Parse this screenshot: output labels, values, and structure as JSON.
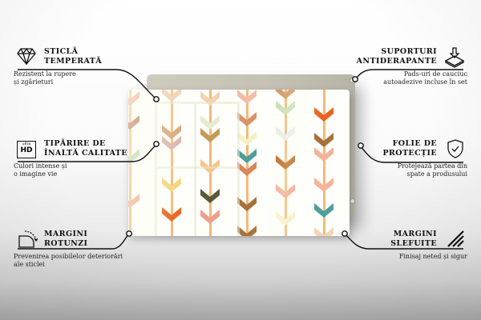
{
  "features": {
    "tempered_glass": {
      "title_line1": "STICLĂ",
      "title_line2": "TEMPERATĂ",
      "desc_line1": "Rezistent la rupere",
      "desc_line2": "și zgârieturi",
      "icon": "diamond-icon"
    },
    "hd_print": {
      "title_line1": "TIPĂRIRE DE",
      "title_line2": "ÎNALTĂ CALITATE",
      "desc_line1": "Culori intense și",
      "desc_line2": "o imagine vie",
      "icon": "ultra-hd-icon",
      "icon_small": "ultra",
      "icon_big": "HD"
    },
    "rounded_edges": {
      "title_line1": "MARGINI",
      "title_line2": "ROTUNZI",
      "desc_line1": "Prevenirea posibilelor deteriorări",
      "desc_line2": "ale sticlei",
      "icon": "rounded-corner-icon"
    },
    "anti_slip": {
      "title_line1": "SUPORTURI",
      "title_line2": "ANTIDERAPANTE",
      "desc_line1": "Pads-uri de cauciuc",
      "desc_line2": "autoadezive incluse în set",
      "icon": "anti-slip-pad-icon"
    },
    "protective_film": {
      "title_line1": "FOLIE DE",
      "title_line2": "PROTECȚIE",
      "desc_line1": "Protejează partea din",
      "desc_line2": "spate a produsului",
      "icon": "shield-check-icon"
    },
    "polished_edges": {
      "title_line1": "MARGINI",
      "title_line2": "SLEFUITE",
      "desc_line1": "Finisaj neted și sigur",
      "desc_line2": "",
      "icon": "polished-edge-icon"
    }
  },
  "product": {
    "pattern": "chevron-arrows",
    "colors": {
      "background": "#fefefb",
      "stem": "#f6b87a",
      "orange": "#e8641e",
      "brown": "#a8713a",
      "peach": "#f2a98c",
      "tan": "#d9a070",
      "teal": "#4f9e9a",
      "olive": "#585a3a",
      "yellow": "#f7d27a",
      "sage": "#b9d3a8",
      "cream": "#f6f0c6",
      "rust": "#b8694e",
      "mauve": "#d8b1a8",
      "board": "#c5c1b4"
    }
  }
}
